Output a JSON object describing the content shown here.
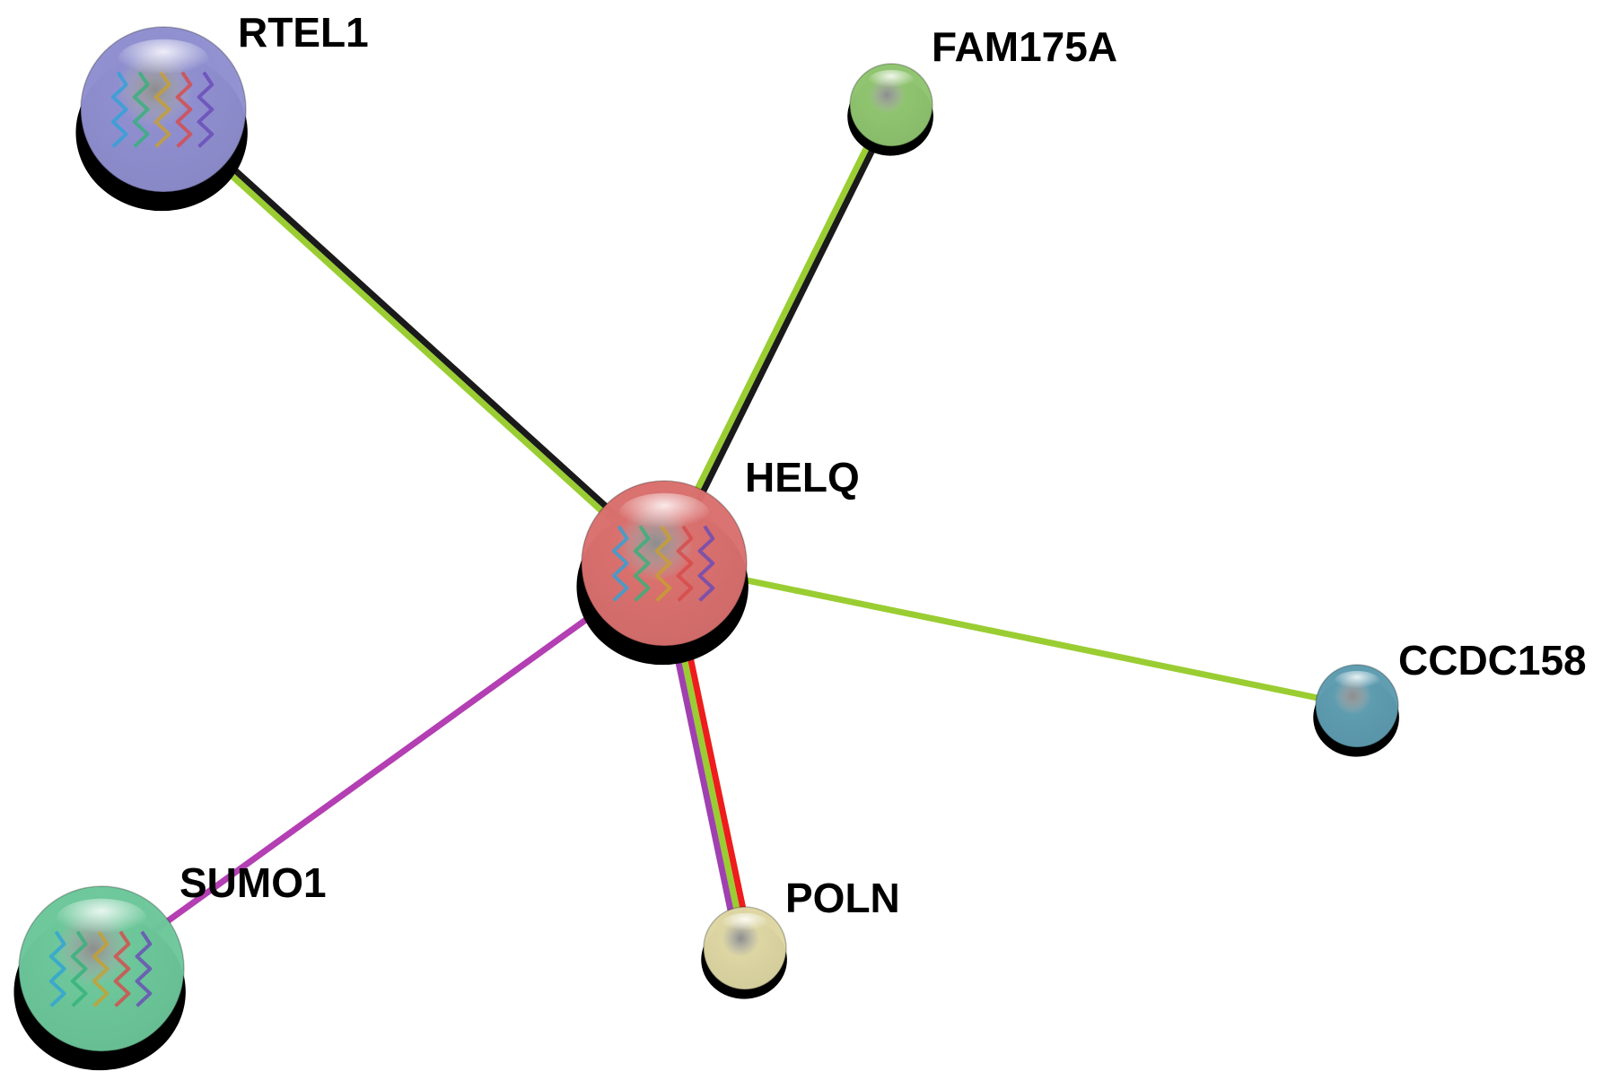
{
  "network": {
    "nodes": [
      {
        "id": "HELQ",
        "label": "HELQ",
        "color": "#d9706e",
        "structure": true
      },
      {
        "id": "RTEL1",
        "label": "RTEL1",
        "color": "#8f8fd0",
        "structure": true
      },
      {
        "id": "FAM175A",
        "label": "FAM175A",
        "color": "#8fc46f",
        "structure": false
      },
      {
        "id": "CCDC158",
        "label": "CCDC158",
        "color": "#5e9cb0",
        "structure": false
      },
      {
        "id": "POLN",
        "label": "POLN",
        "color": "#ddd6a3",
        "structure": false
      },
      {
        "id": "SUMO1",
        "label": "SUMO1",
        "color": "#6cc79a",
        "structure": true
      }
    ],
    "edges": [
      {
        "source": "HELQ",
        "target": "RTEL1",
        "colors": [
          "#9acd32",
          "#1a1a1a"
        ]
      },
      {
        "source": "HELQ",
        "target": "FAM175A",
        "colors": [
          "#9acd32",
          "#1a1a1a"
        ]
      },
      {
        "source": "HELQ",
        "target": "CCDC158",
        "colors": [
          "#9acd32"
        ]
      },
      {
        "source": "HELQ",
        "target": "POLN",
        "colors": [
          "#ee1c1c",
          "#9acd32",
          "#a040b0"
        ]
      },
      {
        "source": "HELQ",
        "target": "SUMO1",
        "colors": [
          "#b33fb3"
        ]
      }
    ]
  }
}
